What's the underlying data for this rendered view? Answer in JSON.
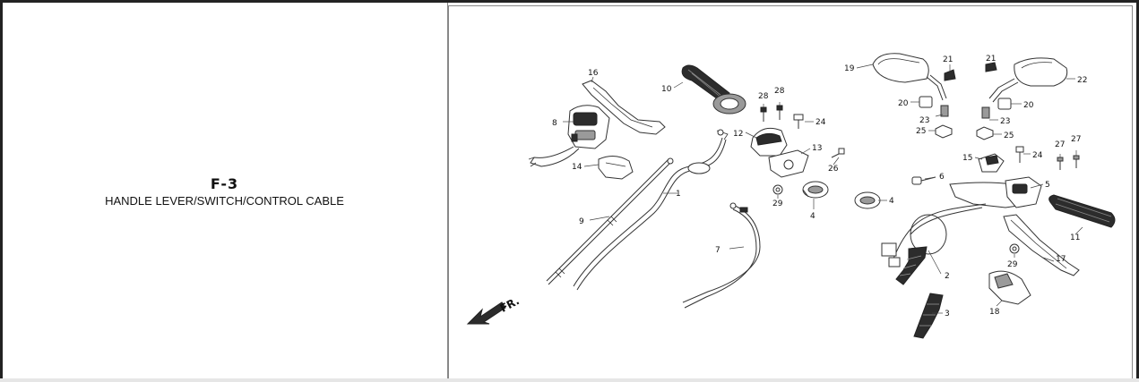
{
  "section": {
    "code": "F-3",
    "title": "HANDLE LEVER/SWITCH/CONTROL CABLE"
  },
  "diagram": {
    "direction_label": "FR.",
    "callouts": [
      {
        "id": "c1",
        "label": "1"
      },
      {
        "id": "c2",
        "label": "2"
      },
      {
        "id": "c3",
        "label": "3"
      },
      {
        "id": "c4a",
        "label": "4"
      },
      {
        "id": "c4b",
        "label": "4"
      },
      {
        "id": "c5",
        "label": "5"
      },
      {
        "id": "c6",
        "label": "6"
      },
      {
        "id": "c7",
        "label": "7"
      },
      {
        "id": "c8",
        "label": "8"
      },
      {
        "id": "c9",
        "label": "9"
      },
      {
        "id": "c10",
        "label": "10"
      },
      {
        "id": "c11",
        "label": "11"
      },
      {
        "id": "c12",
        "label": "12"
      },
      {
        "id": "c13",
        "label": "13"
      },
      {
        "id": "c14",
        "label": "14"
      },
      {
        "id": "c15",
        "label": "15"
      },
      {
        "id": "c16",
        "label": "16"
      },
      {
        "id": "c17",
        "label": "17"
      },
      {
        "id": "c18",
        "label": "18"
      },
      {
        "id": "c19",
        "label": "19"
      },
      {
        "id": "c20a",
        "label": "20"
      },
      {
        "id": "c20b",
        "label": "20"
      },
      {
        "id": "c21a",
        "label": "21"
      },
      {
        "id": "c21b",
        "label": "21"
      },
      {
        "id": "c22",
        "label": "22"
      },
      {
        "id": "c23a",
        "label": "23"
      },
      {
        "id": "c23b",
        "label": "23"
      },
      {
        "id": "c24a",
        "label": "24"
      },
      {
        "id": "c24b",
        "label": "24"
      },
      {
        "id": "c25a",
        "label": "25"
      },
      {
        "id": "c25b",
        "label": "25"
      },
      {
        "id": "c26",
        "label": "26"
      },
      {
        "id": "c27a",
        "label": "27"
      },
      {
        "id": "c27b",
        "label": "27"
      },
      {
        "id": "c28a",
        "label": "28"
      },
      {
        "id": "c28b",
        "label": "28"
      },
      {
        "id": "c29a",
        "label": "29"
      },
      {
        "id": "c29b",
        "label": "29"
      }
    ]
  }
}
